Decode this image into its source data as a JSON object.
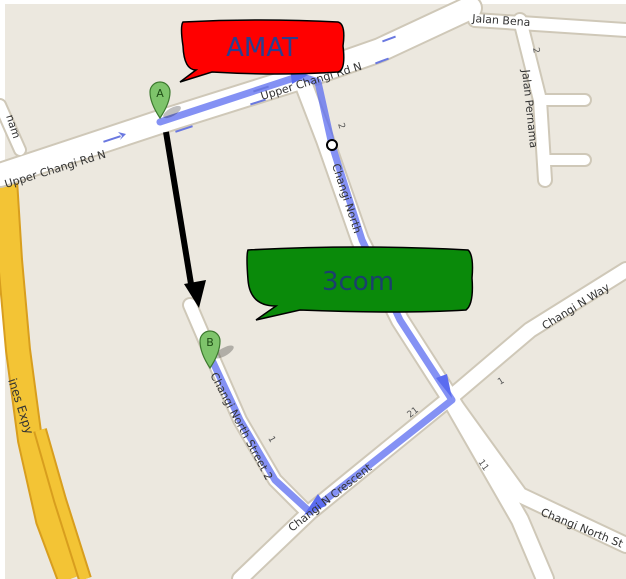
{
  "roads": {
    "upper_changi_left": "Upper Changi Rd N",
    "upper_changi_top": "Upper Changi Rd N",
    "jalan_bena": "Jalan Bena",
    "jalan_pernama": "Jalan Pernama",
    "changi_north_top": "Changi North",
    "changi_n_way": "Changi N Way",
    "changi_north_street_2": "Changi North Street 2",
    "changi_n_crescent": "Changi N Crescent",
    "changi_north_st_right": "Changi North St",
    "expressway": "ines Expy",
    "left_edge_road": "nam"
  },
  "route_numbers": {
    "n_jalan": "2",
    "n_changi_north": "2",
    "n_way": "1",
    "n_21": "21",
    "n_11": "11",
    "n_street2": "1"
  },
  "markers": {
    "a": "A",
    "b": "B"
  },
  "callouts": {
    "amat": "AMAT",
    "threecom": "3com"
  },
  "colors": {
    "land": "#ece8df",
    "road": "#ffffff",
    "road_edge": "#cfc8b8",
    "highway": "#f3c435",
    "highway_edge": "#d89e1e",
    "route": "#5b6cf0",
    "marker": "#7ec46b",
    "amat_fill": "#ff0000",
    "amat_text": "#2a3f8f",
    "threecom_fill": "#0a8a0a",
    "threecom_text": "#1b3f6e",
    "arrow": "#000000"
  }
}
